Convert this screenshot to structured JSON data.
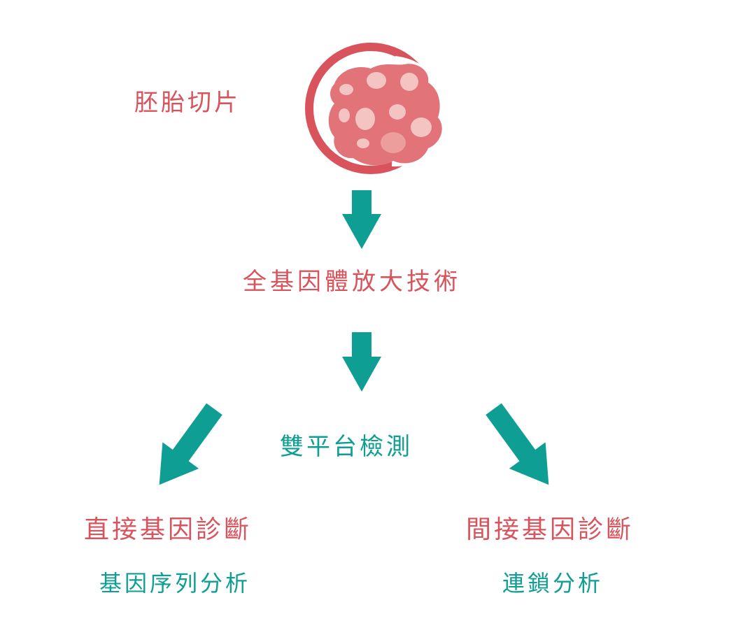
{
  "nodes": {
    "embryo_biopsy": "胚胎切片",
    "whole_genome_amplification": "全基因體放大技術",
    "dual_platform_test": "雙平台檢測",
    "direct_diagnosis": "直接基因診斷",
    "direct_method": "基因序列分析",
    "indirect_diagnosis": "間接基因診斷",
    "indirect_method": "連鎖分析"
  },
  "colors": {
    "title_red": "#d9535d",
    "accent_teal": "#0e9e93",
    "embryo_ring": "#d9535d",
    "embryo_body": "#e27378",
    "embryo_cells_light": "#f3c4c2",
    "embryo_cells_mid": "#ec9e9c"
  },
  "icons": {
    "embryo": "embryo-icon",
    "arrow": "arrow-icon"
  }
}
